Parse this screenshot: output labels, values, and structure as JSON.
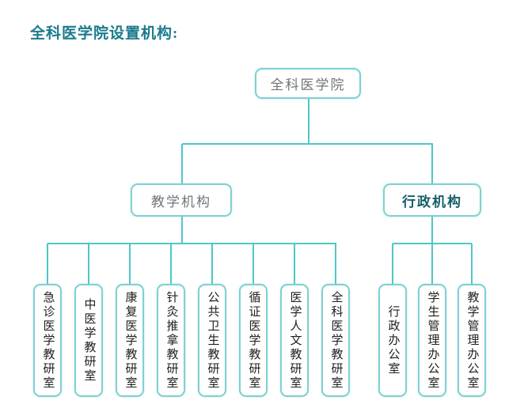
{
  "title": "全科医学院设置机构:",
  "org_chart": {
    "root": {
      "label": "全科医学院"
    },
    "branches": [
      {
        "label": "教学机构",
        "children": [
          {
            "label": "急诊医学教研室"
          },
          {
            "label": "中医学教研室"
          },
          {
            "label": "康复医学教研室"
          },
          {
            "label": "针灸推拿教研室"
          },
          {
            "label": "公共卫生教研室"
          },
          {
            "label": "循证医学教研室"
          },
          {
            "label": "医学人文教研室"
          },
          {
            "label": "全科医学教研室"
          }
        ]
      },
      {
        "label": "行政机构",
        "children": [
          {
            "label": "行政办公室"
          },
          {
            "label": "学生管理办公室"
          },
          {
            "label": "教学管理办公室"
          }
        ]
      }
    ]
  },
  "colors": {
    "title-color": "#1a7b8c",
    "line-color": "#4fc6c8",
    "node-border": "#7fd0d2",
    "node-text": "#6f7579",
    "admin-text": "#155f68",
    "leaf-text": "#1f1f1f",
    "bg": "#ffffff"
  }
}
